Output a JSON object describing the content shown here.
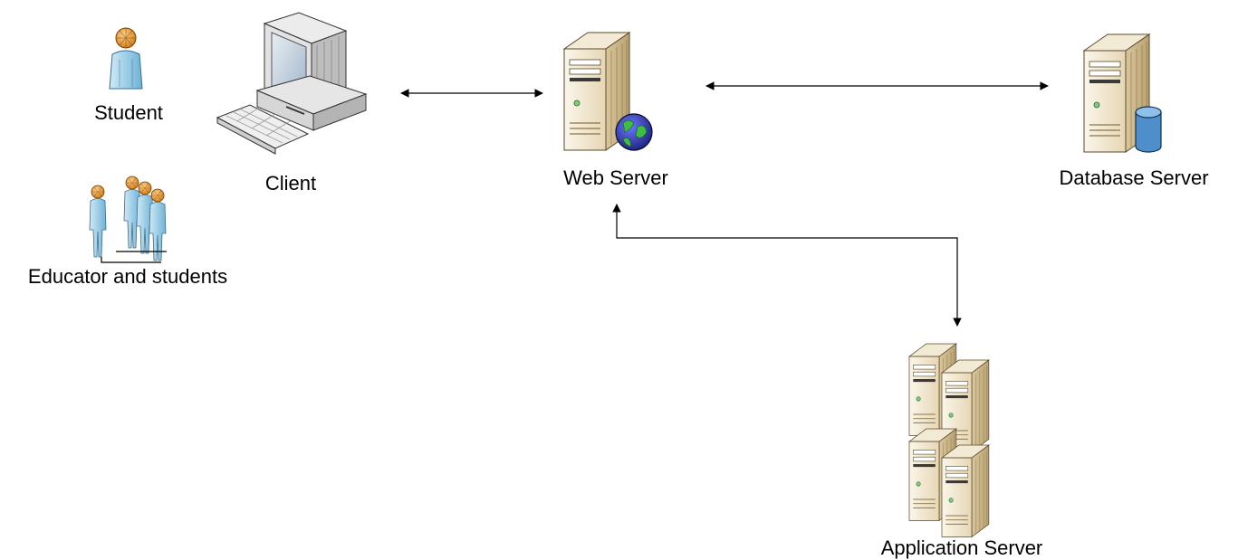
{
  "nodes": {
    "student": {
      "label": "Student"
    },
    "group": {
      "label": "Educator and students"
    },
    "client": {
      "label": "Client"
    },
    "web_server": {
      "label": "Web Server"
    },
    "database_server": {
      "label": "Database Server"
    },
    "application_server": {
      "label": "Application Server"
    }
  },
  "connections": [
    {
      "from": "Client",
      "to": "Web Server",
      "direction": "bidirectional"
    },
    {
      "from": "Web Server",
      "to": "Database Server",
      "direction": "bidirectional"
    },
    {
      "from": "Web Server",
      "to": "Application Server",
      "direction": "bidirectional"
    }
  ],
  "colors": {
    "server_body": "#f1e6d0",
    "server_side": "#c9b58a",
    "person_body": "#9ecfe6",
    "person_head": "#e89a2c",
    "database_cylinder": "#4f8fc9",
    "connector_line": "#000000"
  }
}
